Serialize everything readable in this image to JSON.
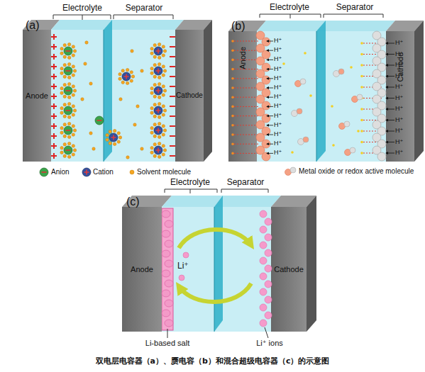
{
  "diagram": {
    "caption": "双电层电容器（a）、赝电容（b）和混合超级电容器（c）的示意图",
    "nodes": [
      {
        "text": [
          "Anode"
        ]
      },
      {
        "text": [
          "Cathode"
        ]
      },
      {
        "text": [
          "Anode"
        ]
      },
      {
        "text": [
          "Cathode"
        ]
      },
      {
        "text": [
          "Anode"
        ]
      },
      {
        "text": [
          "Cathode"
        ]
      }
    ],
    "labels": [
      "(a)",
      "Electrolyte",
      "Separator",
      "(b)",
      "Electrolyte",
      "Separator",
      "H⁺",
      "H⁺",
      "H⁺",
      "H⁺",
      "H⁺",
      "H⁺",
      "H⁺",
      "H⁺",
      "H⁺",
      "H⁺",
      "H⁺",
      "H⁺",
      "H⁺",
      "H⁺",
      "H⁺",
      "H⁺",
      "H⁺",
      "H⁺",
      "H⁺",
      "H⁺",
      "H⁺",
      "H⁺",
      "H⁺",
      "H⁺",
      "(c)",
      "Electrolyte",
      "Separator",
      "Li⁺",
      "Li-based salt",
      "Li⁺ ions"
    ],
    "legend": [
      {
        "text": "Anion"
      },
      {
        "text": "Cation"
      },
      {
        "text": "Solvent molecule"
      },
      {
        "text": "Metal oxide or redox active molecule"
      }
    ]
  }
}
